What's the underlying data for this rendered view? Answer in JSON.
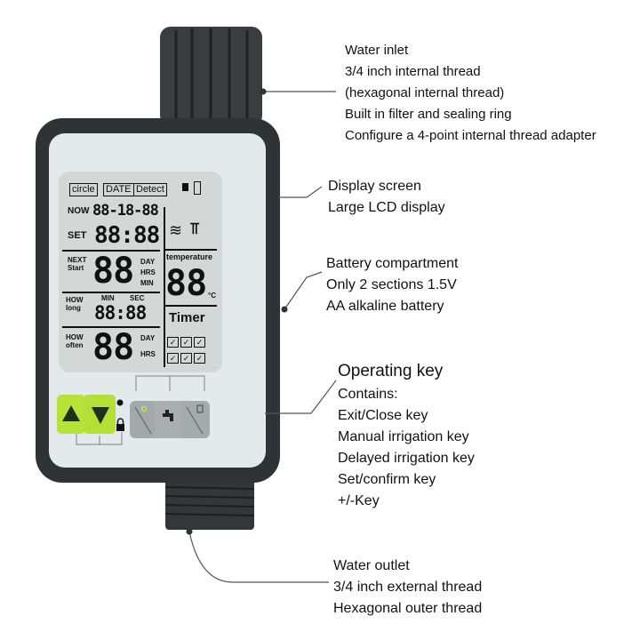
{
  "annotations": {
    "water_inlet": [
      "Water inlet",
      "3/4 inch internal thread",
      "(hexagonal internal thread)",
      "Built in filter and sealing ring",
      "Configure a 4-point internal thread adapter"
    ],
    "display": [
      "Display screen",
      "Large LCD display"
    ],
    "battery": [
      "Battery compartment",
      "Only 2 sections 1.5V",
      "AA alkaline battery"
    ],
    "operating_key_title": "Operating key",
    "operating_key": [
      "Contains:",
      "Exit/Close key",
      "Manual irrigation key",
      "Delayed irrigation key",
      "Set/confirm key",
      "+/-Key"
    ],
    "water_outlet": [
      "Water outlet",
      "3/4 inch external thread",
      "Hexagonal outer thread"
    ]
  },
  "lcd": {
    "circle": "circle",
    "date": "DATE",
    "detect": "Detect",
    "now": "NOW",
    "now_val": "88-18-88",
    "set": "SET",
    "set_val": "88:88",
    "next": "NEXT",
    "start": "Start",
    "next_val": "88",
    "day": "DAY",
    "hrs": "HRS",
    "min": "MIN",
    "how_long": "HOW long",
    "min_lbl": "MIN",
    "sec_lbl": "SEC",
    "long_val": "88:88",
    "how_often": "HOW often",
    "often_val": "88",
    "day2": "DAY",
    "hrs2": "HRS",
    "temperature": "temperature",
    "temp_val": "88",
    "celsius": "°C",
    "timer": "Timer"
  },
  "colors": {
    "body": "#2f3336",
    "faceplate": "#e4eaec",
    "lcd": "#d3d7d5",
    "key_green": "#b8e23a",
    "key_gray": "#a9aeb0"
  }
}
